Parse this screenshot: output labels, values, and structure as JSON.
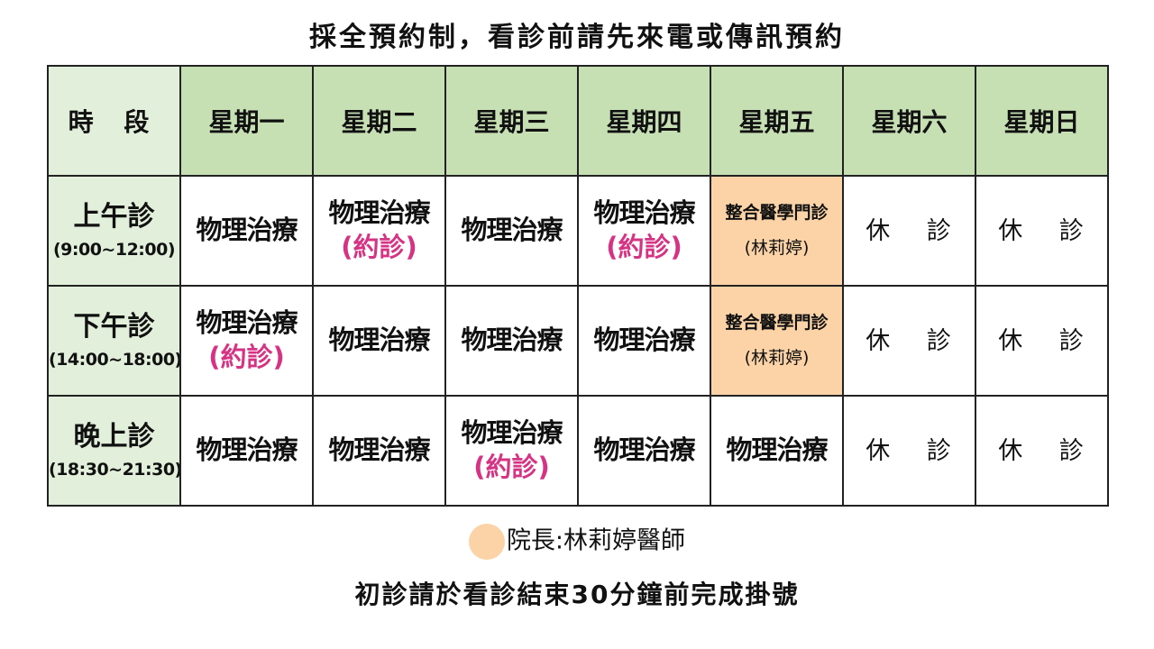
{
  "top_notice": "採全預約制，看診前請先來電或傳訊預約",
  "table": {
    "period_header": "時 段",
    "days": [
      "星期一",
      "星期二",
      "星期三",
      "星期四",
      "星期五",
      "星期六",
      "星期日"
    ],
    "rows": [
      {
        "name": "上午診",
        "time": "(9:00~12:00)",
        "cells": [
          {
            "main": "物理治療",
            "note": ""
          },
          {
            "main": "物理治療",
            "note": "(約診)"
          },
          {
            "main": "物理治療",
            "note": ""
          },
          {
            "main": "物理治療",
            "note": "(約診)"
          },
          {
            "main": "整合醫學門診",
            "note": "(林莉婷)"
          },
          {
            "main": "休 診",
            "note": ""
          },
          {
            "main": "休 診",
            "note": ""
          }
        ]
      },
      {
        "name": "下午診",
        "time": "(14:00~18:00)",
        "cells": [
          {
            "main": "物理治療",
            "note": "(約診)"
          },
          {
            "main": "物理治療",
            "note": ""
          },
          {
            "main": "物理治療",
            "note": ""
          },
          {
            "main": "物理治療",
            "note": ""
          },
          {
            "main": "整合醫學門診",
            "note": "(林莉婷)"
          },
          {
            "main": "休 診",
            "note": ""
          },
          {
            "main": "休 診",
            "note": ""
          }
        ]
      },
      {
        "name": "晚上診",
        "time": "(18:30~21:30)",
        "cells": [
          {
            "main": "物理治療",
            "note": ""
          },
          {
            "main": "物理治療",
            "note": ""
          },
          {
            "main": "物理治療",
            "note": "(約診)"
          },
          {
            "main": "物理治療",
            "note": ""
          },
          {
            "main": "物理治療",
            "note": ""
          },
          {
            "main": "休 診",
            "note": ""
          },
          {
            "main": "休 診",
            "note": ""
          }
        ]
      }
    ]
  },
  "legend": {
    "text": "院長:林莉婷醫師",
    "color": "#fbd3a6"
  },
  "bottom_note": "初診請於看診結束30分鐘前完成掛號",
  "colors": {
    "header_green": "#c6e0b4",
    "period_green": "#e2efda",
    "appointment_pink": "#d63384",
    "director_orange": "#fbd3a6"
  }
}
